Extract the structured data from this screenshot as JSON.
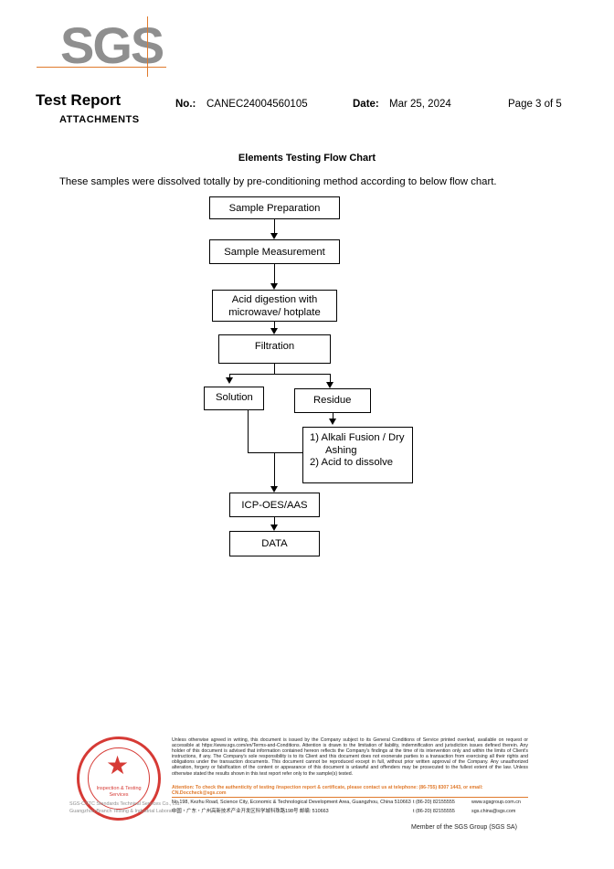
{
  "header": {
    "logo_text": "SGS",
    "title": "Test Report",
    "section": "ATTACHMENTS",
    "no_label": "No.:",
    "no_value": "CANEC24004560105",
    "date_label": "Date:",
    "date_value": "Mar 25, 2024",
    "page": "Page 3 of 5"
  },
  "flow": {
    "title": "Elements Testing Flow Chart",
    "intro": "These samples were dissolved totally by pre-conditioning method according to below flow chart.",
    "sample_preparation": "Sample Preparation",
    "sample_measurement": "Sample Measurement",
    "acid_digestion_1": "Acid digestion with",
    "acid_digestion_2": "microwave/ hotplate",
    "filtration": "Filtration",
    "solution": "Solution",
    "residue": "Residue",
    "alkali_1": "1) Alkali Fusion / Dry",
    "alkali_2": "Ashing",
    "alkali_3": "2) Acid to dissolve",
    "icp": "ICP-OES/AAS",
    "data": "DATA"
  },
  "footer": {
    "legal": "Unless otherwise agreed in writing, this document is issued by the Company subject to its General Conditions of Service printed overleaf, available on request or accessible at https://www.sgs.com/en/Terms-and-Conditions. Attention is drawn to the limitation of liability, indemnification and jurisdiction issues defined therein. Any holder of this document is advised that information contained hereon reflects the Company's findings at the time of its intervention only and within the limits of Client's instructions, if any. The Company's sole responsibility is to its Client and this document does not exonerate parties to a transaction from exercising all their rights and obligations under the transaction documents. This document cannot be reproduced except in full, without prior written approval of the Company. Any unauthorized alteration, forgery or falsification of the content or appearance of this document is unlawful and offenders may be prosecuted to the fullest extent of the law. Unless otherwise stated the results shown in this test report refer only to the sample(s) tested.",
    "attention": "Attention: To check the authenticity of testing /inspection report & certificate, please contact us at telephone: (86-755) 8307 1443, or email: CN.Doccheck@sgs.com",
    "address_en": "No.198, Kezhu Road, Science City, Economic & Technological Development Area, Guangzhou, China 510663",
    "address_cn": "中国・广东・广州高新技术产业开发区科学城科珠路198号    邮编: 510663",
    "tel_1": "t (86-20) 82155555",
    "tel_2": "t (86-20) 82155555",
    "web": "www.sgsgroup.com.cn",
    "email": "sgs.china@sgs.com",
    "company_1": "SGS-CSTC Standards Technical Services Co., Ltd.",
    "company_2": "Guangzhou Branch Testing & Industrial Laboratory",
    "stamp_text_1": "Inspection & Testing Services",
    "member": "Member of the SGS Group (SGS SA)"
  },
  "colors": {
    "accent": "#e07a2c",
    "logo_gray": "#8f8f8f",
    "stamp_red": "#d63a35"
  }
}
